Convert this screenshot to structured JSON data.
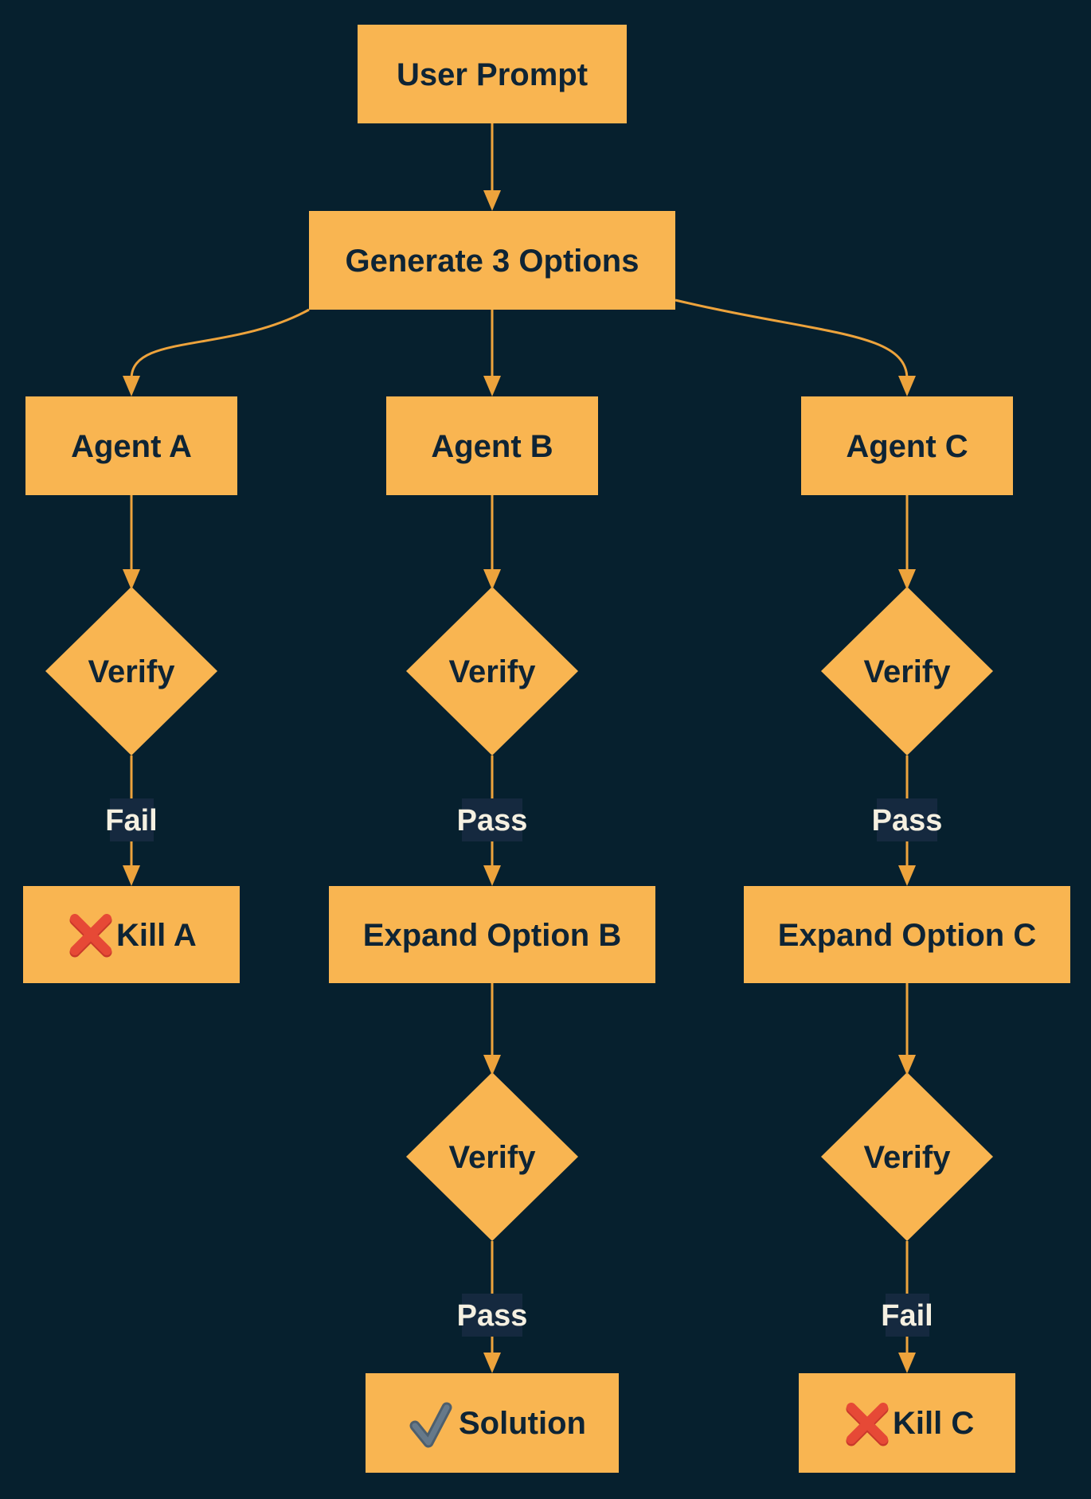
{
  "diagram": {
    "colors": {
      "background": "#06202e",
      "node_fill": "#f9b551",
      "node_text": "#0e2435",
      "edge": "#eda33c",
      "edge_label_bg": "#15293f",
      "edge_label_text": "#f5f0e1",
      "cross_icon": "#e64936",
      "check_icon": "#5c6f7f"
    },
    "nodes": {
      "user_prompt": {
        "label": "User Prompt",
        "shape": "rect"
      },
      "generate_options": {
        "label": "Generate 3 Options",
        "shape": "rect"
      },
      "agent_a": {
        "label": "Agent A",
        "shape": "rect"
      },
      "agent_b": {
        "label": "Agent B",
        "shape": "rect"
      },
      "agent_c": {
        "label": "Agent C",
        "shape": "rect"
      },
      "verify_a": {
        "label": "Verify",
        "shape": "diamond"
      },
      "verify_b": {
        "label": "Verify",
        "shape": "diamond"
      },
      "verify_c": {
        "label": "Verify",
        "shape": "diamond"
      },
      "kill_a": {
        "label": "Kill A",
        "shape": "rect",
        "icon": "cross-mark"
      },
      "expand_b": {
        "label": "Expand Option B",
        "shape": "rect"
      },
      "expand_c": {
        "label": "Expand Option C",
        "shape": "rect"
      },
      "verify_b2": {
        "label": "Verify",
        "shape": "diamond"
      },
      "verify_c2": {
        "label": "Verify",
        "shape": "diamond"
      },
      "solution": {
        "label": "Solution",
        "shape": "rect",
        "icon": "check-mark"
      },
      "kill_c": {
        "label": "Kill C",
        "shape": "rect",
        "icon": "cross-mark"
      }
    },
    "edges": [
      {
        "from": "user_prompt",
        "to": "generate_options",
        "label": ""
      },
      {
        "from": "generate_options",
        "to": "agent_a",
        "label": ""
      },
      {
        "from": "generate_options",
        "to": "agent_b",
        "label": ""
      },
      {
        "from": "generate_options",
        "to": "agent_c",
        "label": ""
      },
      {
        "from": "agent_a",
        "to": "verify_a",
        "label": ""
      },
      {
        "from": "agent_b",
        "to": "verify_b",
        "label": ""
      },
      {
        "from": "agent_c",
        "to": "verify_c",
        "label": ""
      },
      {
        "from": "verify_a",
        "to": "kill_a",
        "label": "Fail"
      },
      {
        "from": "verify_b",
        "to": "expand_b",
        "label": "Pass"
      },
      {
        "from": "verify_c",
        "to": "expand_c",
        "label": "Pass"
      },
      {
        "from": "expand_b",
        "to": "verify_b2",
        "label": ""
      },
      {
        "from": "expand_c",
        "to": "verify_c2",
        "label": ""
      },
      {
        "from": "verify_b2",
        "to": "solution",
        "label": "Pass"
      },
      {
        "from": "verify_c2",
        "to": "kill_c",
        "label": "Fail"
      }
    ]
  }
}
